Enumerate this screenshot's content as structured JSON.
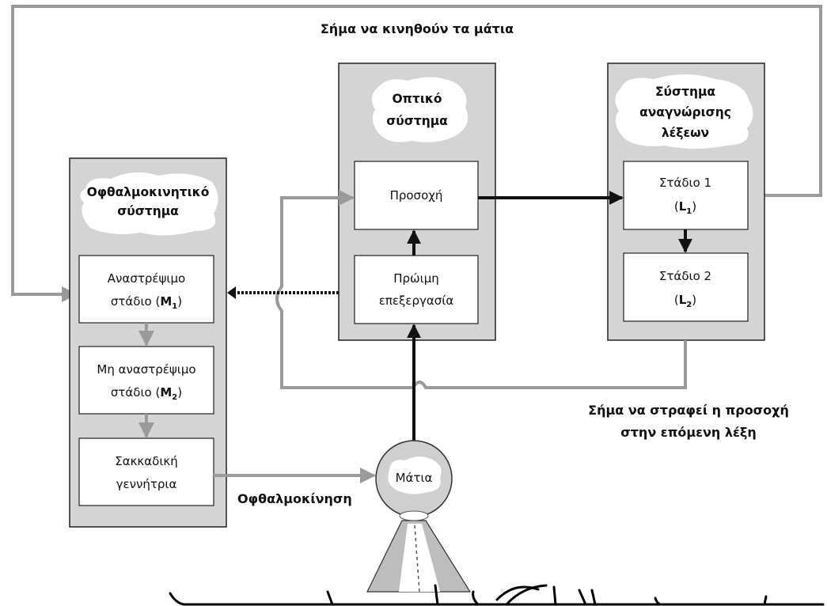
{
  "top_signal_label": "Σήμα να κινηθούν τα μάτια",
  "attention_signal_label": [
    "Σήμα να στραφεί η προσοχή",
    "στην επόμενη λέξη"
  ],
  "oculomotor_system": {
    "title": [
      "Οφθαλμοκινητικό",
      "σύστημα"
    ],
    "m1": {
      "line1": "Αναστρέψιμο",
      "line2": "στάδιο (",
      "bold": "M",
      "sub": "1",
      "close": ")"
    },
    "m2": {
      "line1": "Μη αναστρέψιμο",
      "line2": "στάδιο (",
      "bold": "M",
      "sub": "2",
      "close": ")"
    },
    "saccade": [
      "Σακκαδική",
      "γεννήτρια"
    ]
  },
  "visual_system": {
    "title": [
      "Οπτικό",
      "σύστημα"
    ],
    "attention": "Προσοχή",
    "early_processing": [
      "Πρώιμη",
      "επεξεργασία"
    ]
  },
  "word_recognition_system": {
    "title": [
      "Σύστημα",
      "αναγνώρισης",
      "λέξεων"
    ],
    "stage1": {
      "line1": "Στάδιο 1",
      "open": "(",
      "bold": "L",
      "sub": "1",
      "close": ")"
    },
    "stage2": {
      "line1": "Στάδιο 2",
      "open": "(",
      "bold": "L",
      "sub": "2",
      "close": ")"
    }
  },
  "eyes_label": "Μάτια",
  "eye_movement_label": "Οφθαλμοκίνηση"
}
